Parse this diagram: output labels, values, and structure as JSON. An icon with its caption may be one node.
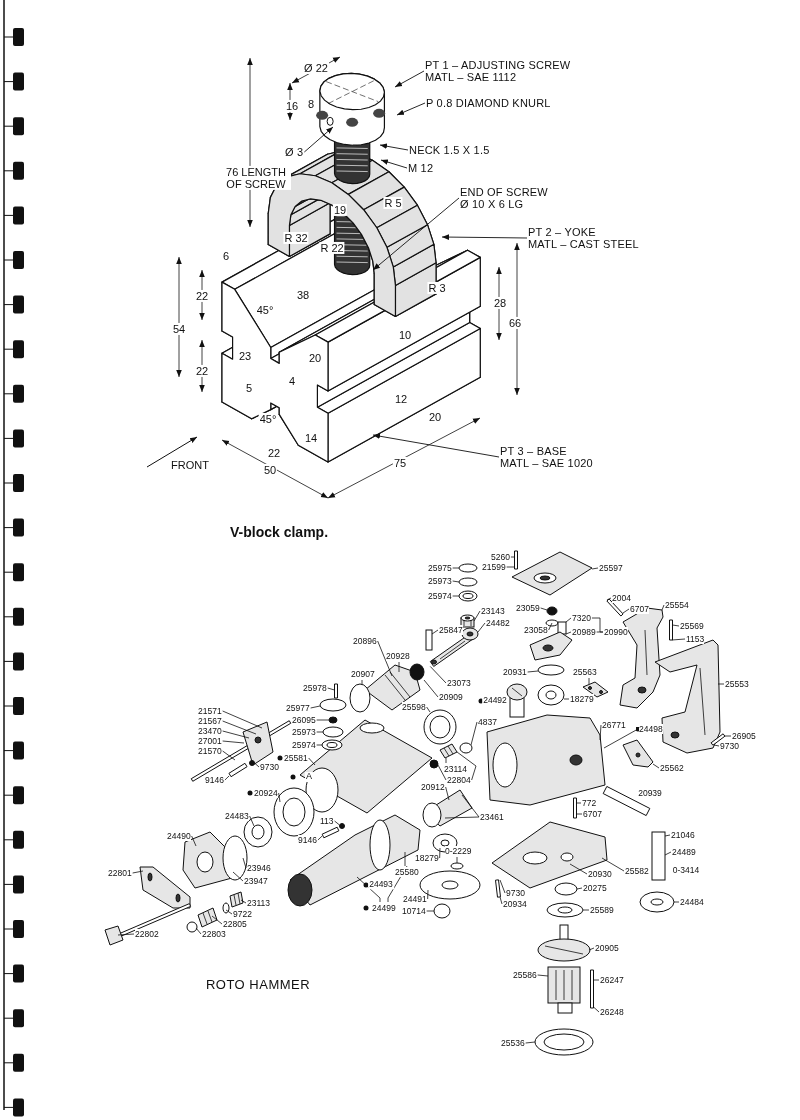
{
  "diagram": {
    "caption": "V-block clamp.",
    "nodes": [
      {
        "text": [
          "PT 1 – ADJUSTING SCREW",
          "MATL – SAE 1112"
        ]
      },
      {
        "text": [
          "P 0.8 DIAMOND KNURL"
        ]
      },
      {
        "text": [
          "Ø 3"
        ]
      },
      {
        "text": [
          "NECK 1.5 X 1.5"
        ]
      },
      {
        "text": [
          "M 12"
        ]
      },
      {
        "text": [
          "END OF SCREW",
          "Ø 10 X 6 LG"
        ]
      },
      {
        "text": [
          "PT 2 – YOKE",
          "MATL – CAST STEEL"
        ]
      },
      {
        "text": [
          "PT 3 – BASE",
          "MATL – SAE 1020"
        ]
      },
      {
        "text": [
          "25975"
        ]
      },
      {
        "text": [
          "25973"
        ]
      },
      {
        "text": [
          "25974"
        ]
      },
      {
        "text": [
          "5260"
        ]
      },
      {
        "text": [
          "21599"
        ]
      },
      {
        "text": [
          "25597"
        ]
      },
      {
        "text": [
          "23143"
        ]
      },
      {
        "text": [
          "24482"
        ]
      },
      {
        "text": [
          "25847"
        ]
      },
      {
        "text": [
          "23059"
        ]
      },
      {
        "text": [
          "23058"
        ]
      },
      {
        "text": [
          "7320"
        ]
      },
      {
        "text": [
          "20989"
        ]
      },
      {
        "text": [
          "20990"
        ]
      },
      {
        "text": [
          "2004"
        ]
      },
      {
        "text": [
          "6707"
        ]
      },
      {
        "text": [
          "25554"
        ]
      },
      {
        "text": [
          "25569"
        ]
      },
      {
        "text": [
          "1153"
        ]
      },
      {
        "text": [
          "20896"
        ]
      },
      {
        "text": [
          "20928"
        ]
      },
      {
        "text": [
          "20907"
        ]
      },
      {
        "text": [
          "23073"
        ]
      },
      {
        "text": [
          "20909"
        ]
      },
      {
        "text": [
          "25978"
        ]
      },
      {
        "text": [
          "25977"
        ]
      },
      {
        "text": [
          "26095"
        ]
      },
      {
        "text": [
          "25973"
        ]
      },
      {
        "text": [
          "25974"
        ]
      },
      {
        "text": [
          "21571"
        ]
      },
      {
        "text": [
          "21567"
        ]
      },
      {
        "text": [
          "23470"
        ]
      },
      {
        "text": [
          "27001"
        ]
      },
      {
        "text": [
          "21570"
        ]
      },
      {
        "text": [
          "25598"
        ]
      },
      {
        "text": [
          "4837"
        ]
      },
      {
        "text": [
          "20931"
        ]
      },
      {
        "text": [
          "25563"
        ]
      },
      {
        "text": [
          "18279"
        ]
      },
      {
        "text": [
          "25553"
        ]
      },
      {
        "text": [
          "26771"
        ]
      },
      {
        "text": [
          "24498"
        ]
      },
      {
        "text": [
          "26905"
        ]
      },
      {
        "text": [
          "9730"
        ]
      },
      {
        "text": [
          "25562"
        ]
      },
      {
        "text": [
          "9730"
        ]
      },
      {
        "text": [
          "9146"
        ]
      },
      {
        "text": [
          "25581"
        ]
      },
      {
        "text": [
          "20924"
        ]
      },
      {
        "text": [
          "23114"
        ]
      },
      {
        "text": [
          "22804"
        ]
      },
      {
        "text": [
          "20912"
        ]
      },
      {
        "text": [
          "113"
        ]
      },
      {
        "text": [
          "9146"
        ]
      },
      {
        "text": [
          "24483"
        ]
      },
      {
        "text": [
          "24490"
        ]
      },
      {
        "text": [
          "23946"
        ]
      },
      {
        "text": [
          "23947"
        ]
      },
      {
        "text": [
          "22801"
        ]
      },
      {
        "text": [
          "23113"
        ]
      },
      {
        "text": [
          "9722"
        ]
      },
      {
        "text": [
          "22805"
        ]
      },
      {
        "text": [
          "22803"
        ]
      },
      {
        "text": [
          "22802"
        ]
      },
      {
        "text": [
          "24499"
        ]
      },
      {
        "text": [
          "25580"
        ]
      },
      {
        "text": [
          "18279"
        ]
      },
      {
        "text": [
          "0-2229"
        ]
      },
      {
        "text": [
          "24491"
        ]
      },
      {
        "text": [
          "10714"
        ]
      },
      {
        "text": [
          "23461"
        ]
      },
      {
        "text": [
          "772"
        ]
      },
      {
        "text": [
          "6707"
        ]
      },
      {
        "text": [
          "21046"
        ]
      },
      {
        "text": [
          "24489"
        ]
      },
      {
        "text": [
          "25582"
        ]
      },
      {
        "text": [
          "20930"
        ]
      },
      {
        "text": [
          "9730"
        ]
      },
      {
        "text": [
          "20934"
        ]
      },
      {
        "text": [
          "20275"
        ]
      },
      {
        "text": [
          "25589"
        ]
      },
      {
        "text": [
          "24484"
        ]
      },
      {
        "text": [
          "20905"
        ]
      },
      {
        "text": [
          "25586"
        ]
      },
      {
        "text": [
          "26247"
        ]
      },
      {
        "text": [
          "26248"
        ]
      },
      {
        "text": [
          "25536"
        ]
      },
      {
        "text": [],
        "shape": "circle"
      },
      {
        "text": [],
        "shape": "circle"
      },
      {
        "text": [],
        "shape": "circle"
      },
      {
        "text": [],
        "shape": "picture"
      },
      {
        "text": [],
        "shape": "bar"
      },
      {
        "text": [],
        "shape": "picture"
      },
      {
        "text": [],
        "shape": "picture"
      },
      {
        "text": [],
        "shape": "box"
      },
      {
        "text": [],
        "shape": "circle"
      },
      {
        "text": [],
        "shape": "circle"
      },
      {
        "text": [],
        "shape": "picture"
      },
      {
        "text": [],
        "shape": "bar"
      },
      {
        "text": [],
        "shape": "picture"
      },
      {
        "text": [],
        "shape": "bar"
      },
      {
        "text": [],
        "shape": "picture"
      },
      {
        "text": [],
        "shape": "picture"
      },
      {
        "text": [],
        "shape": "circle"
      },
      {
        "text": [],
        "shape": "circle"
      },
      {
        "text": [],
        "shape": "picture"
      },
      {
        "text": [],
        "shape": "picture"
      },
      {
        "text": [],
        "shape": "picture"
      },
      {
        "text": [],
        "shape": "circle"
      },
      {
        "text": [],
        "shape": "picture"
      },
      {
        "text": [],
        "shape": "circle"
      },
      {
        "text": [],
        "shape": "circle"
      },
      {
        "text": [],
        "shape": "picture"
      },
      {
        "text": [],
        "shape": "circle"
      },
      {
        "text": [],
        "shape": "circle"
      },
      {
        "text": [],
        "shape": "picture"
      },
      {
        "text": [],
        "shape": "bar"
      },
      {
        "text": [],
        "shape": "circle"
      },
      {
        "text": [],
        "shape": "circle"
      },
      {
        "text": [],
        "shape": "circle"
      },
      {
        "text": [],
        "shape": "circle"
      },
      {
        "text": [],
        "shape": "picture"
      },
      {
        "text": [],
        "shape": "circle"
      },
      {
        "text": [],
        "shape": "bar"
      },
      {
        "text": [],
        "shape": "circle"
      },
      {
        "text": [],
        "shape": "circle"
      },
      {
        "text": [],
        "shape": "picture"
      },
      {
        "text": [],
        "shape": "circle"
      },
      {
        "text": [],
        "shape": "picture"
      },
      {
        "text": [],
        "shape": "picture"
      },
      {
        "text": [],
        "shape": "circle"
      },
      {
        "text": [],
        "shape": "picture"
      },
      {
        "text": [],
        "shape": "circle"
      },
      {
        "text": [],
        "shape": "picture"
      },
      {
        "text": [],
        "shape": "bar"
      },
      {
        "text": [],
        "shape": "circle"
      },
      {
        "text": [],
        "shape": "picture"
      },
      {
        "text": [],
        "shape": "picture"
      },
      {
        "text": [],
        "shape": "circle"
      },
      {
        "text": [],
        "shape": "circle"
      },
      {
        "text": [],
        "shape": "circle"
      },
      {
        "text": [],
        "shape": "circle"
      },
      {
        "text": [],
        "shape": "bar"
      },
      {
        "text": [],
        "shape": "bar"
      },
      {
        "text": [],
        "shape": "picture"
      },
      {
        "text": [],
        "shape": "bar"
      },
      {
        "text": [],
        "shape": "circle"
      },
      {
        "text": [],
        "shape": "circle"
      },
      {
        "text": [],
        "shape": "box"
      },
      {
        "text": [],
        "shape": "circle"
      },
      {
        "text": [],
        "shape": "picture"
      },
      {
        "text": [],
        "shape": "picture"
      },
      {
        "text": [],
        "shape": "bar"
      },
      {
        "text": [],
        "shape": "circle"
      },
      {
        "text": [],
        "shape": "bar"
      }
    ],
    "edges": [
      {
        "from": 0,
        "to": null,
        "arrow": "to"
      },
      {
        "from": 1,
        "to": null,
        "arrow": "to"
      },
      {
        "from": 2,
        "to": null,
        "arrow": "to"
      },
      {
        "from": 3,
        "to": null,
        "arrow": "to"
      },
      {
        "from": 4,
        "to": null,
        "arrow": "to"
      },
      {
        "from": 5,
        "to": null,
        "arrow": "to"
      },
      {
        "from": 6,
        "to": null,
        "arrow": "to"
      },
      {
        "from": 7,
        "to": null,
        "arrow": "to"
      },
      {
        "from": 8,
        "to": 95,
        "arrow": "none"
      },
      {
        "from": 9,
        "to": 96,
        "arrow": "none"
      },
      {
        "from": 10,
        "to": 97,
        "arrow": "none"
      },
      {
        "from": 11,
        "to": 99,
        "arrow": "none"
      },
      {
        "from": 12,
        "to": 99,
        "arrow": "none"
      },
      {
        "from": 13,
        "to": 98,
        "arrow": "none"
      },
      {
        "from": 14,
        "to": 100,
        "arrow": "none"
      },
      {
        "from": 15,
        "to": 101,
        "arrow": "none"
      },
      {
        "from": 16,
        "to": 102,
        "arrow": "none"
      },
      {
        "from": 17,
        "to": 103,
        "arrow": "none"
      },
      {
        "from": 18,
        "to": 104,
        "arrow": "none"
      },
      {
        "from": 19,
        "to": 105,
        "arrow": "none"
      },
      {
        "from": 20,
        "to": 105,
        "arrow": "none"
      },
      {
        "from": 21,
        "to": 19,
        "arrow": "none"
      },
      {
        "from": 21,
        "to": 20,
        "arrow": "none"
      },
      {
        "from": 22,
        "to": 106,
        "arrow": "none"
      },
      {
        "from": 23,
        "to": 106,
        "arrow": "none"
      },
      {
        "from": 24,
        "to": 107,
        "arrow": "none"
      },
      {
        "from": 25,
        "to": 108,
        "arrow": "none"
      },
      {
        "from": 26,
        "to": 108,
        "arrow": "none"
      },
      {
        "from": 27,
        "to": 120,
        "arrow": "none"
      },
      {
        "from": 28,
        "to": 120,
        "arrow": "none"
      },
      {
        "from": 29,
        "to": 121,
        "arrow": "none"
      },
      {
        "from": 30,
        "to": 101,
        "arrow": "none"
      },
      {
        "from": 31,
        "to": 122,
        "arrow": "none"
      },
      {
        "from": 32,
        "to": 124,
        "arrow": "none"
      },
      {
        "from": 33,
        "to": 125,
        "arrow": "none"
      },
      {
        "from": 34,
        "to": 126,
        "arrow": "none"
      },
      {
        "from": 35,
        "to": 127,
        "arrow": "none"
      },
      {
        "from": 36,
        "to": 128,
        "arrow": "none"
      },
      {
        "from": 37,
        "to": 129,
        "arrow": "none"
      },
      {
        "from": 38,
        "to": 129,
        "arrow": "none"
      },
      {
        "from": 39,
        "to": 129,
        "arrow": "none"
      },
      {
        "from": 40,
        "to": 129,
        "arrow": "none"
      },
      {
        "from": 41,
        "to": 129,
        "arrow": "none"
      },
      {
        "from": 42,
        "to": 119,
        "arrow": "none"
      },
      {
        "from": 43,
        "to": 116,
        "arrow": "none"
      },
      {
        "from": 44,
        "to": 111,
        "arrow": "none"
      },
      {
        "from": 45,
        "to": 113,
        "arrow": "none"
      },
      {
        "from": 46,
        "to": 112,
        "arrow": "none"
      },
      {
        "from": 47,
        "to": 109,
        "arrow": "none"
      },
      {
        "from": 48,
        "to": 115,
        "arrow": "none"
      },
      {
        "from": 49,
        "to": 115,
        "arrow": "other"
      },
      {
        "from": 50,
        "to": 162,
        "arrow": "none"
      },
      {
        "from": 51,
        "to": 162,
        "arrow": "none"
      },
      {
        "from": 52,
        "to": 110,
        "arrow": "none"
      },
      {
        "from": 53,
        "to": 130,
        "arrow": "none"
      },
      {
        "from": 54,
        "to": 131,
        "arrow": "none"
      },
      {
        "from": 55,
        "to": 123,
        "arrow": "none"
      },
      {
        "from": 56,
        "to": 132,
        "arrow": "none"
      },
      {
        "from": 57,
        "to": 117,
        "arrow": "none"
      },
      {
        "from": 58,
        "to": 118,
        "arrow": "none"
      },
      {
        "from": 58,
        "to": 117,
        "arrow": "none"
      },
      {
        "from": 59,
        "to": 145,
        "arrow": "none"
      },
      {
        "from": 60,
        "to": 143,
        "arrow": "none"
      },
      {
        "from": 61,
        "to": 142,
        "arrow": "none"
      },
      {
        "from": 62,
        "to": 133,
        "arrow": "none"
      },
      {
        "from": 63,
        "to": 134,
        "arrow": "none"
      },
      {
        "from": 64,
        "to": 135,
        "arrow": "none"
      },
      {
        "from": 65,
        "to": 135,
        "arrow": "none"
      },
      {
        "from": 66,
        "to": 136,
        "arrow": "none"
      },
      {
        "from": 67,
        "to": 141,
        "arrow": "none"
      },
      {
        "from": 68,
        "to": 140,
        "arrow": "none"
      },
      {
        "from": 69,
        "to": 139,
        "arrow": "none"
      },
      {
        "from": 70,
        "to": 138,
        "arrow": "none"
      },
      {
        "from": 71,
        "to": 137,
        "arrow": "none"
      },
      {
        "from": 72,
        "to": 144,
        "arrow": "none"
      },
      {
        "from": 72,
        "to": 144,
        "arrow": "none"
      },
      {
        "from": 73,
        "to": 144,
        "arrow": "none"
      },
      {
        "from": 74,
        "to": 146,
        "arrow": "none"
      },
      {
        "from": 75,
        "to": 148,
        "arrow": "none"
      },
      {
        "from": 76,
        "to": 147,
        "arrow": "none"
      },
      {
        "from": 77,
        "to": 149,
        "arrow": "none"
      },
      {
        "from": 78,
        "to": 145,
        "arrow": "none"
      },
      {
        "from": 78,
        "to": 145,
        "arrow": "none"
      },
      {
        "from": 79,
        "to": 151,
        "arrow": "none"
      },
      {
        "from": 80,
        "to": 151,
        "arrow": "none"
      },
      {
        "from": 81,
        "to": 156,
        "arrow": "none"
      },
      {
        "from": 82,
        "to": 156,
        "arrow": "none"
      },
      {
        "from": 83,
        "to": 152,
        "arrow": "none"
      },
      {
        "from": 84,
        "to": 152,
        "arrow": "none"
      },
      {
        "from": 85,
        "to": 153,
        "arrow": "none"
      },
      {
        "from": 86,
        "to": 153,
        "arrow": "none"
      },
      {
        "from": 87,
        "to": 154,
        "arrow": "none"
      },
      {
        "from": 88,
        "to": 155,
        "arrow": "none"
      },
      {
        "from": 89,
        "to": 157,
        "arrow": "none"
      },
      {
        "from": 90,
        "to": 158,
        "arrow": "none"
      },
      {
        "from": 91,
        "to": 159,
        "arrow": "none"
      },
      {
        "from": 92,
        "to": 160,
        "arrow": "none"
      },
      {
        "from": 93,
        "to": 160,
        "arrow": "none"
      },
      {
        "from": 94,
        "to": 161,
        "arrow": "none"
      }
    ],
    "labels": [
      "Ø 22",
      "16",
      "8",
      "76 LENGTH OF SCREW",
      "R 5",
      "19",
      "R 32",
      "R 22",
      "6",
      "R 3",
      "38",
      "22",
      "28",
      "45°",
      "66",
      "54",
      "10",
      "23",
      "20",
      "22",
      "4",
      "5",
      "12",
      "20",
      "45°",
      "14",
      "22",
      "75",
      "FRONT",
      "50",
      "24492",
      "A",
      "20939",
      "0-3414",
      "24493",
      "ROTO HAMMER"
    ]
  }
}
